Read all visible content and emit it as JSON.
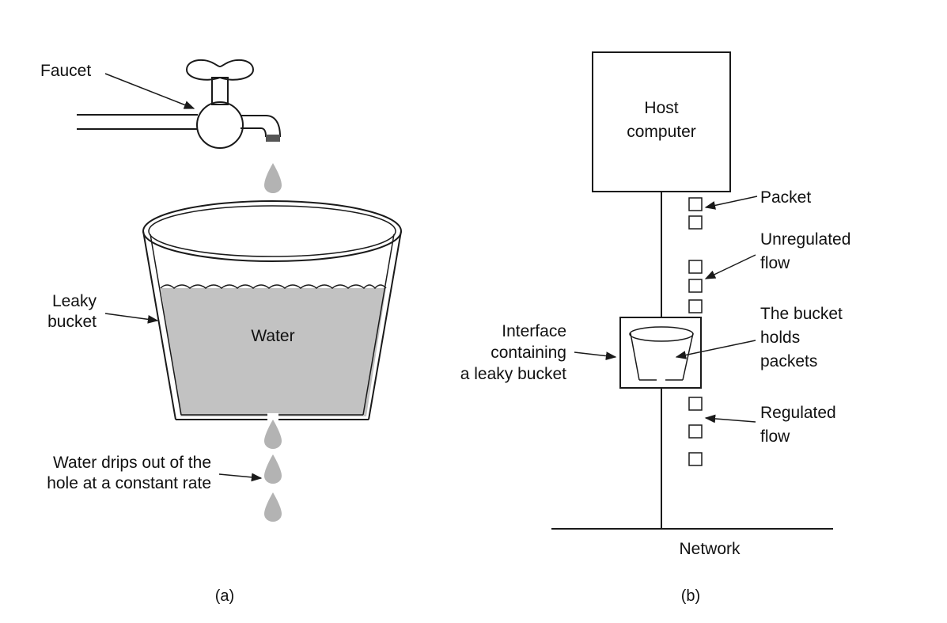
{
  "panel_a": {
    "faucet_label": "Faucet",
    "bucket_label_line1": "Leaky",
    "bucket_label_line2": "bucket",
    "water_label": "Water",
    "drip_label_line1": "Water drips out of the",
    "drip_label_line2": "hole at a constant rate",
    "caption": "(a)"
  },
  "panel_b": {
    "host_line1": "Host",
    "host_line2": "computer",
    "packet_label": "Packet",
    "unregulated_line1": "Unregulated",
    "unregulated_line2": "flow",
    "interface_line1": "Interface",
    "interface_line2": "containing",
    "interface_line3": "a leaky bucket",
    "holds_line1": "The bucket",
    "holds_line2": "holds",
    "holds_line3": "packets",
    "regulated_line1": "Regulated",
    "regulated_line2": "flow",
    "network_label": "Network",
    "caption": "(b)"
  },
  "colors": {
    "ink": "#1a1a1a",
    "water": "#c2c2c2",
    "drops": "#b3b3b3"
  }
}
